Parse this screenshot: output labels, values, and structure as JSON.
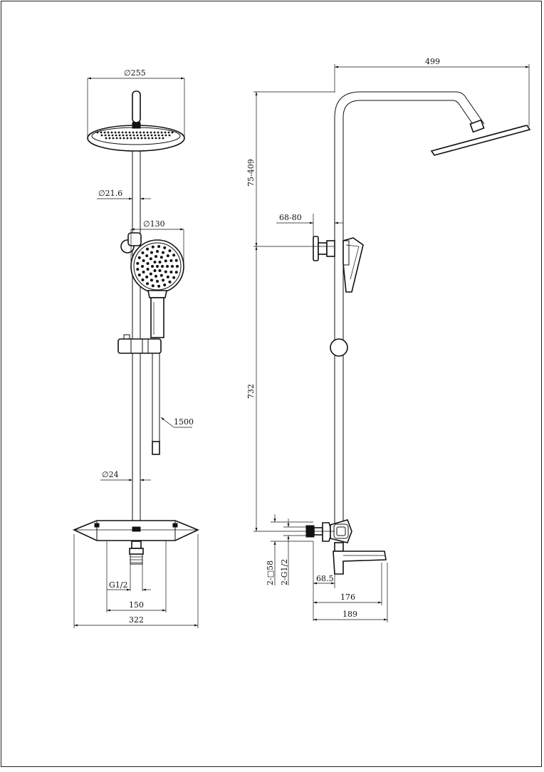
{
  "front_view": {
    "head_diameter": "∅255",
    "pipe_diameter": "∅21.6",
    "hand_shower_diameter": "∅130",
    "hose_length": "1500",
    "riser_diameter": "∅24",
    "inlet_thread": "G1/2",
    "inlet_spacing": "150",
    "mixer_width": "322"
  },
  "side_view": {
    "arm_reach": "499",
    "adjust_height": "75-409",
    "wall_offset": "68-80",
    "riser_height": "732",
    "square_connector": "2-□58",
    "connector_thread": "2-G1/2",
    "spout_offset": "68.5",
    "spout_reach_1": "176",
    "spout_reach_2": "189"
  }
}
